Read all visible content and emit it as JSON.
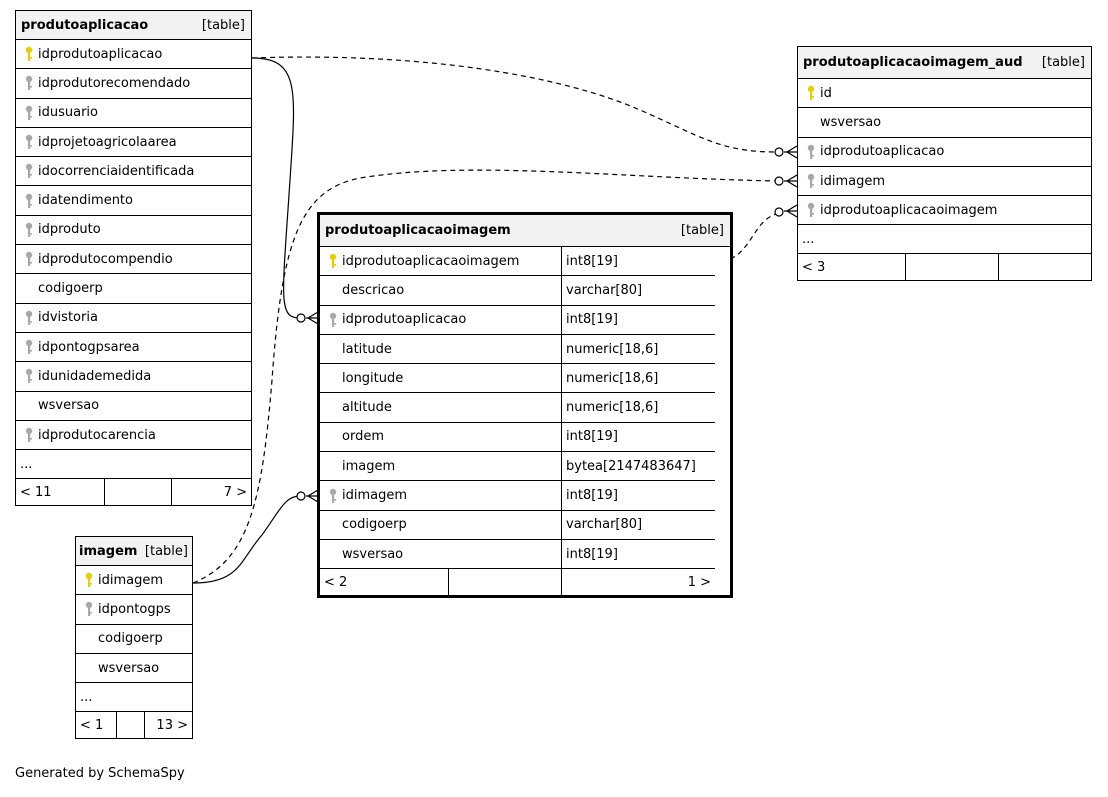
{
  "tables": {
    "produtoaplicacao": {
      "name": "produtoaplicacao",
      "kind": "[table]",
      "rows": [
        {
          "label": "idprodutoaplicacao",
          "key": "primary"
        },
        {
          "label": "idprodutorecomendado",
          "key": "foreign"
        },
        {
          "label": "idusuario",
          "key": "foreign"
        },
        {
          "label": "idprojetoagricolaarea",
          "key": "foreign"
        },
        {
          "label": "idocorrenciaidentificada",
          "key": "foreign"
        },
        {
          "label": "idatendimento",
          "key": "foreign"
        },
        {
          "label": "idproduto",
          "key": "foreign"
        },
        {
          "label": "idprodutocompendio",
          "key": "foreign"
        },
        {
          "label": "codigoerp",
          "key": "none"
        },
        {
          "label": "idvistoria",
          "key": "foreign"
        },
        {
          "label": "idpontogpsarea",
          "key": "foreign"
        },
        {
          "label": "idunidademedida",
          "key": "foreign"
        },
        {
          "label": "wsversao",
          "key": "none"
        },
        {
          "label": "idprodutocarencia",
          "key": "foreign"
        }
      ],
      "ellipsis": "...",
      "footer": {
        "left": "< 11",
        "middle": "",
        "right": "7 >"
      }
    },
    "imagem": {
      "name": "imagem",
      "kind": "[table]",
      "rows": [
        {
          "label": "idimagem",
          "key": "primary"
        },
        {
          "label": "idpontogps",
          "key": "foreign"
        },
        {
          "label": "codigoerp",
          "key": "none"
        },
        {
          "label": "wsversao",
          "key": "none"
        }
      ],
      "ellipsis": "...",
      "footer": {
        "left": "< 1",
        "middle": "",
        "right": "13 >"
      }
    },
    "produtoaplicacaoimagem": {
      "name": "produtoaplicacaoimagem",
      "kind": "[table]",
      "rows": [
        {
          "label": "idprodutoaplicacaoimagem",
          "type": "int8[19]",
          "key": "primary"
        },
        {
          "label": "descricao",
          "type": "varchar[80]",
          "key": "none"
        },
        {
          "label": "idprodutoaplicacao",
          "type": "int8[19]",
          "key": "foreign"
        },
        {
          "label": "latitude",
          "type": "numeric[18,6]",
          "key": "none"
        },
        {
          "label": "longitude",
          "type": "numeric[18,6]",
          "key": "none"
        },
        {
          "label": "altitude",
          "type": "numeric[18,6]",
          "key": "none"
        },
        {
          "label": "ordem",
          "type": "int8[19]",
          "key": "none"
        },
        {
          "label": "imagem",
          "type": "bytea[2147483647]",
          "key": "none"
        },
        {
          "label": "idimagem",
          "type": "int8[19]",
          "key": "foreign"
        },
        {
          "label": "codigoerp",
          "type": "varchar[80]",
          "key": "none"
        },
        {
          "label": "wsversao",
          "type": "int8[19]",
          "key": "none"
        }
      ],
      "footer": {
        "left": "< 2",
        "middle": "",
        "right": "1 >"
      }
    },
    "produtoaplicacaoimagem_aud": {
      "name": "produtoaplicacaoimagem_aud",
      "kind": "[table]",
      "rows": [
        {
          "label": "id",
          "key": "primary"
        },
        {
          "label": "wsversao",
          "key": "none"
        },
        {
          "label": "idprodutoaplicacao",
          "key": "foreign"
        },
        {
          "label": "idimagem",
          "key": "foreign"
        },
        {
          "label": "idprodutoaplicacaoimagem",
          "key": "foreign"
        }
      ],
      "ellipsis": "...",
      "footer": {
        "left": "< 3",
        "middle": "",
        "right": ""
      }
    }
  },
  "relationships": [
    {
      "from": "produtoaplicacao.idprodutoaplicacao",
      "to": "produtoaplicacaoimagem.idprodutoaplicacao",
      "style": "solid"
    },
    {
      "from": "imagem.idimagem",
      "to": "produtoaplicacaoimagem.idimagem",
      "style": "solid"
    },
    {
      "from": "produtoaplicacao.idprodutoaplicacao",
      "to": "produtoaplicacaoimagem_aud.idprodutoaplicacao",
      "style": "dashed"
    },
    {
      "from": "imagem.idimagem",
      "to": "produtoaplicacaoimagem_aud.idimagem",
      "style": "dashed"
    },
    {
      "from": "produtoaplicacaoimagem.idprodutoaplicacaoimagem",
      "to": "produtoaplicacaoimagem_aud.idprodutoaplicacaoimagem",
      "style": "dashed"
    }
  ],
  "colors": {
    "primary_key": "#e8cf00",
    "foreign_key": "#a8a8a8",
    "header_bg": "#f2f2f2"
  },
  "footnote": "Generated by SchemaSpy"
}
